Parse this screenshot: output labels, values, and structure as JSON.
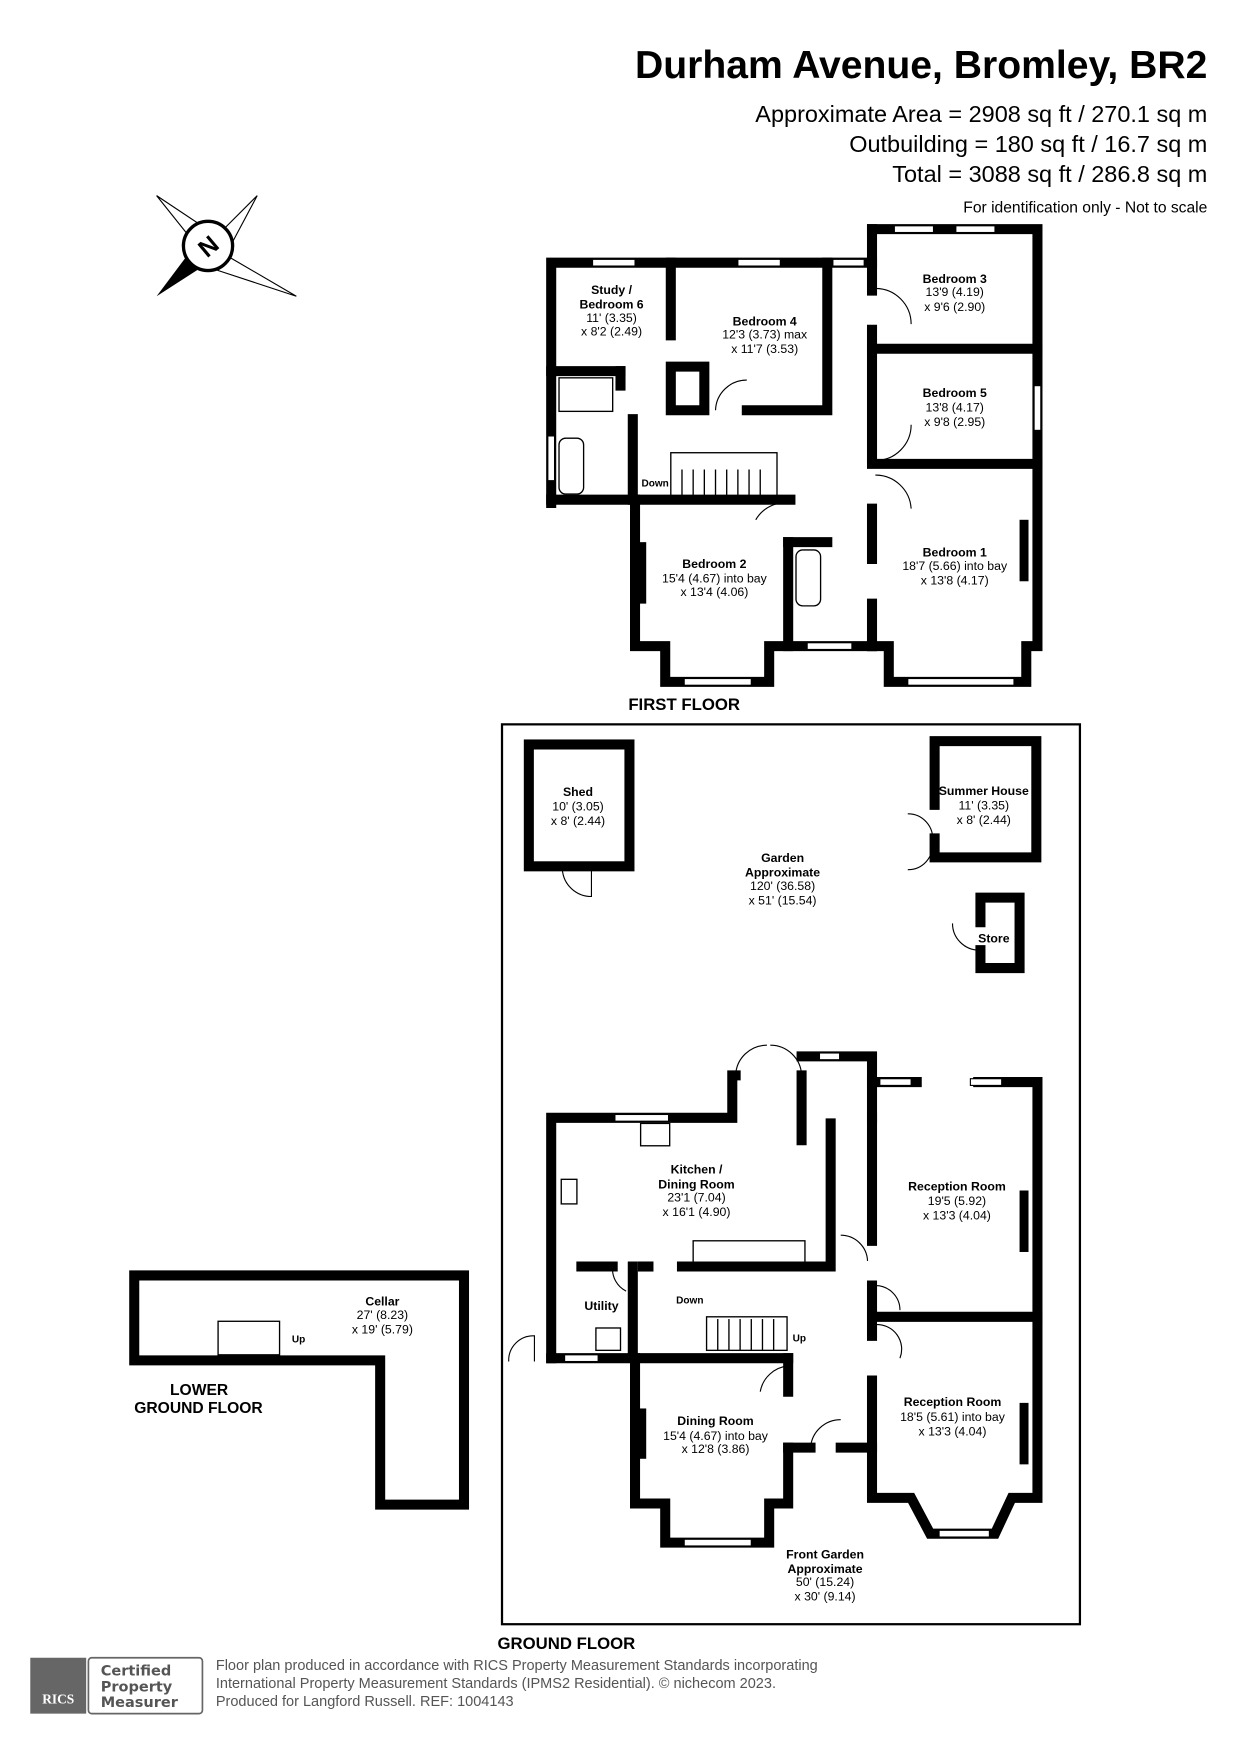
{
  "header": {
    "title": "Durham Avenue, Bromley, BR2",
    "area_line": "Approximate Area = 2908 sq ft / 270.1 sq m",
    "outbuilding_line": "Outbuilding = 180 sq ft / 16.7 sq m",
    "total_line": "Total = 3088 sq ft / 286.8 sq m",
    "disclaimer": "For identification only - Not to scale"
  },
  "compass": {
    "letter": "N"
  },
  "floors": {
    "first": "FIRST FLOOR",
    "ground": "GROUND FLOOR",
    "lower_1": "LOWER",
    "lower_2": "GROUND FLOOR"
  },
  "rooms": {
    "study": {
      "name1": "Study /",
      "name2": "Bedroom 6",
      "d1": "11' (3.35)",
      "d2": "x 8'2 (2.49)"
    },
    "bedroom4": {
      "name": "Bedroom 4",
      "d1": "12'3 (3.73) max",
      "d2": "x 11'7 (3.53)"
    },
    "bedroom3": {
      "name": "Bedroom 3",
      "d1": "13'9 (4.19)",
      "d2": "x 9'6 (2.90)"
    },
    "bedroom5": {
      "name": "Bedroom 5",
      "d1": "13'8 (4.17)",
      "d2": "x 9'8 (2.95)"
    },
    "bedroom1": {
      "name": "Bedroom 1",
      "d1": "18'7 (5.66) into bay",
      "d2": "x 13'8 (4.17)"
    },
    "bedroom2": {
      "name": "Bedroom 2",
      "d1": "15'4 (4.67) into bay",
      "d2": "x 13'4 (4.06)"
    },
    "shed": {
      "name": "Shed",
      "d1": "10' (3.05)",
      "d2": "x 8' (2.44)"
    },
    "summer_house": {
      "name": "Summer House",
      "d1": "11' (3.35)",
      "d2": "x 8' (2.44)"
    },
    "garden": {
      "name1": "Garden",
      "name2": "Approximate",
      "d1": "120' (36.58)",
      "d2": "x 51' (15.54)"
    },
    "store": {
      "name": "Store"
    },
    "kitchen": {
      "name1": "Kitchen /",
      "name2": "Dining Room",
      "d1": "23'1 (7.04)",
      "d2": "x 16'1 (4.90)"
    },
    "reception1": {
      "name": "Reception Room",
      "d1": "19'5 (5.92)",
      "d2": "x 13'3 (4.04)"
    },
    "reception2": {
      "name": "Reception Room",
      "d1": "18'5 (5.61) into bay",
      "d2": "x 13'3 (4.04)"
    },
    "utility": {
      "name": "Utility"
    },
    "dining": {
      "name": "Dining Room",
      "d1": "15'4 (4.67) into bay",
      "d2": "x 12'8 (3.86)"
    },
    "front_garden": {
      "name1": "Front Garden",
      "name2": "Approximate",
      "d1": "50' (15.24)",
      "d2": "x 30' (9.14)"
    },
    "cellar": {
      "name": "Cellar",
      "d1": "27' (8.23)",
      "d2": "x 19' (5.79)"
    }
  },
  "stairs": {
    "down_first": "Down",
    "down_ground": "Down",
    "up_ground": "Up",
    "up_cellar": "Up"
  },
  "footer": {
    "badge_org": "RICS",
    "badge_1": "Certified",
    "badge_2": "Property",
    "badge_3": "Measurer",
    "line1": "Floor plan produced in accordance with RICS Property Measurement Standards incorporating",
    "line2": "International Property Measurement Standards (IPMS2 Residential).   © nichecom 2023.",
    "line3": "Produced for Langford Russell.   REF: 1004143"
  }
}
